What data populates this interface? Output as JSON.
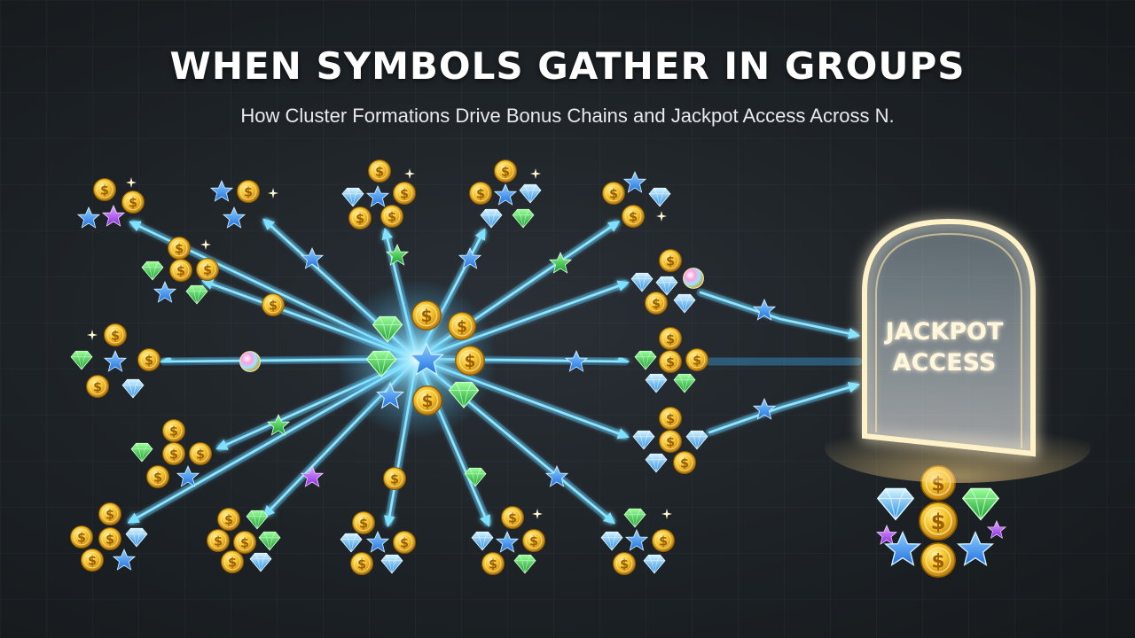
{
  "title": "WHEN SYMBOLS GATHER IN GROUPS",
  "subtitle": "How Cluster Formations Drive Bonus Chains and Jackpot Access Across N.",
  "portal": {
    "line1": "JACKPOT",
    "line2": "ACCESS"
  },
  "symbols": [
    "gold-coin",
    "blue-star",
    "green-gem",
    "blue-diamond",
    "purple-star",
    "rainbow-orb"
  ],
  "colors": {
    "background": "#1d2226",
    "beam": "#5fd3ff",
    "coin": "#f2b21a",
    "star": "#2f8fff",
    "gem_green": "#2ecc40",
    "diamond": "#4fc3f7",
    "portal_glow": "#ffd98a"
  }
}
